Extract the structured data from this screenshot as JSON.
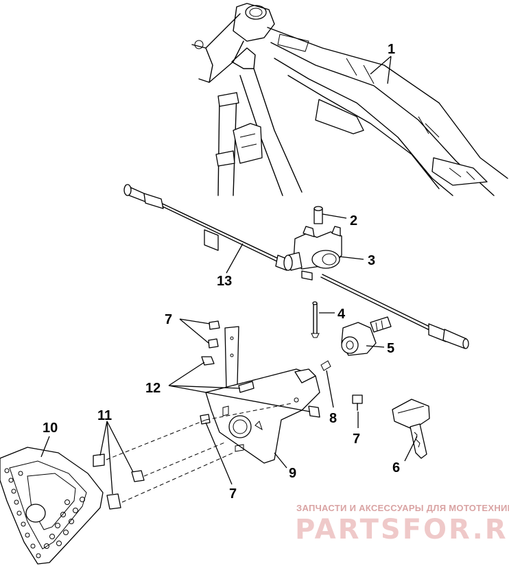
{
  "callouts": {
    "c1": "1",
    "c2": "2",
    "c3": "3",
    "c4": "4",
    "c5": "5",
    "c6": "6",
    "c7a": "7",
    "c7b": "7",
    "c7c": "7",
    "c8": "8",
    "c9": "9",
    "c10": "10",
    "c11": "11",
    "c12": "12",
    "c13": "13"
  },
  "watermark": {
    "tagline": "ЗАПЧАСТИ И АКСЕССУАРЫ ДЛЯ МОТОТЕХНИКИ",
    "brand": "PARTSFOR.RU",
    "color": "#e8b5b5"
  },
  "icons": [
    "key-icon"
  ]
}
